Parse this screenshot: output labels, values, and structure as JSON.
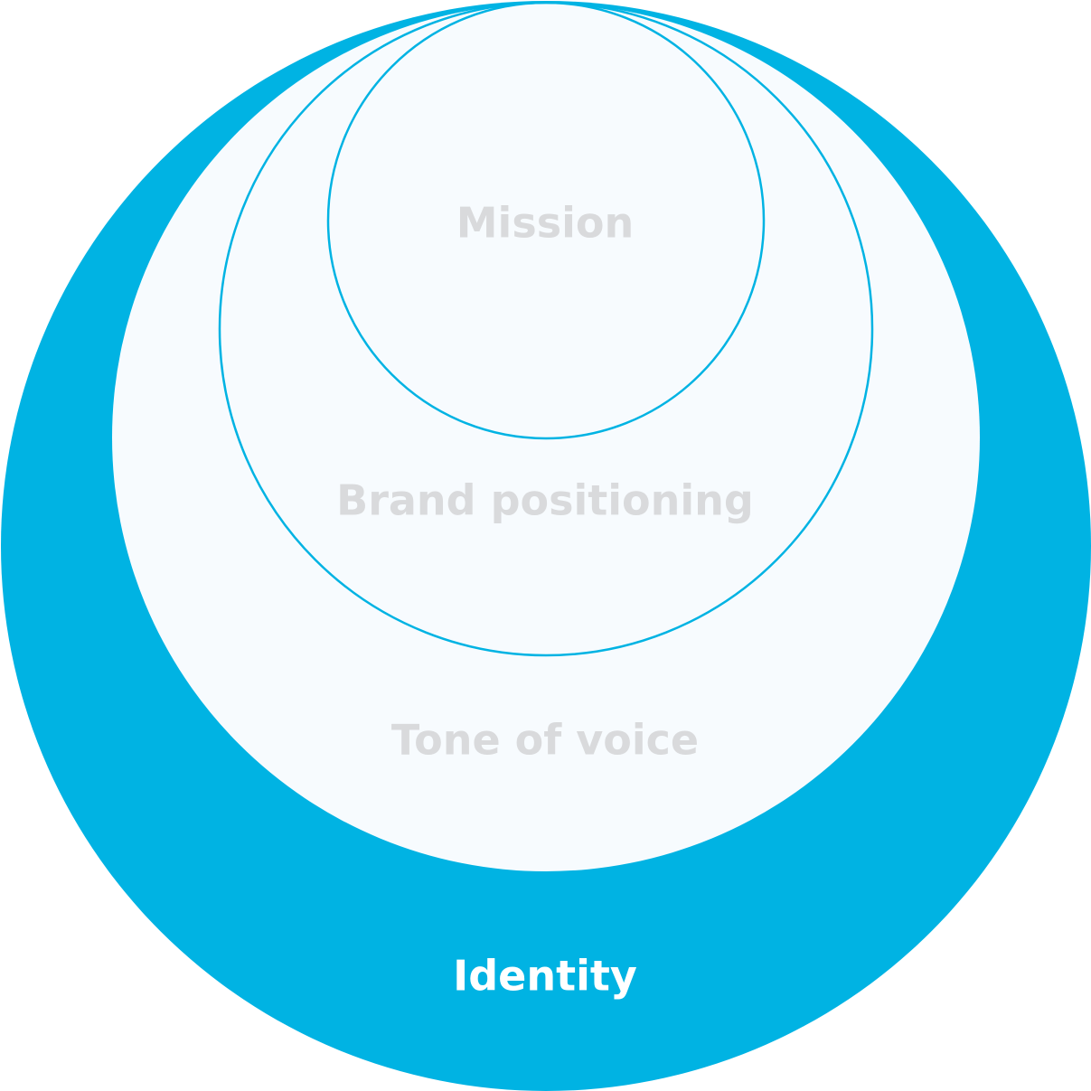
{
  "colors": {
    "accent": "#00B3E3",
    "inner_fill": "#F7FBFE",
    "muted_label": "#D9DADC",
    "outer_label": "#FFFFFF",
    "background": "#FFFFFF"
  },
  "layers": {
    "identity": {
      "label": "Identity"
    },
    "tone_of_voice": {
      "label": "Tone of voice"
    },
    "brand_positioning": {
      "label": "Brand positioning"
    },
    "mission": {
      "label": "Mission"
    }
  }
}
